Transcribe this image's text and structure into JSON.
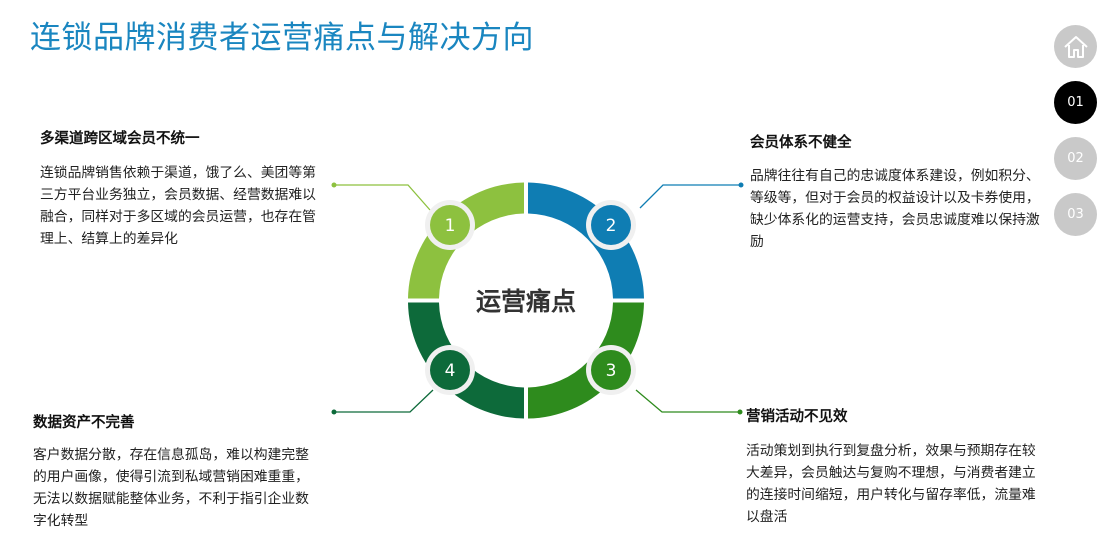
{
  "title": "连锁品牌消费者运营痛点与解决方向",
  "center": "运营痛点",
  "nodes": [
    "1",
    "2",
    "3",
    "4"
  ],
  "points": {
    "p1": {
      "heading": "多渠道跨区域会员不统一",
      "body": "连锁品牌销售依赖于渠道，饿了么、美团等第三方平台业务独立，会员数据、经营数据难以融合，同样对于多区域的会员运营，也存在管理上、结算上的差异化"
    },
    "p2": {
      "heading": "会员体系不健全",
      "body": "品牌往往有自己的忠诚度体系建设，例如积分、等级等，但对于会员的权益设计以及卡券使用，缺少体系化的运营支持，会员忠诚度难以保持激励"
    },
    "p3": {
      "heading": "营销活动不见效",
      "body": "活动策划到执行到复盘分析，效果与预期存在较大差异，会员触达与复购不理想，与消费者建立的连接时间缩短，用户转化与留存率低，流量难以盘活"
    },
    "p4": {
      "heading": "数据资产不完善",
      "body": "客户数据分散，存在信息孤岛，难以构建完整的用户画像，使得引流到私域营销困难重重，无法以数据赋能整体业务，不利于指引企业数字化转型"
    }
  },
  "nav": {
    "home_icon": "home-icon",
    "items": [
      "01",
      "02",
      "03"
    ],
    "active": "01"
  },
  "colors": {
    "title": "#1a86c0",
    "seg1": "#8dc13f",
    "seg2": "#0f7db3",
    "seg3": "#2e8b1d",
    "seg4": "#0d6a3a",
    "nav_active": "#000000",
    "nav_inactive": "#c9c9c9"
  }
}
